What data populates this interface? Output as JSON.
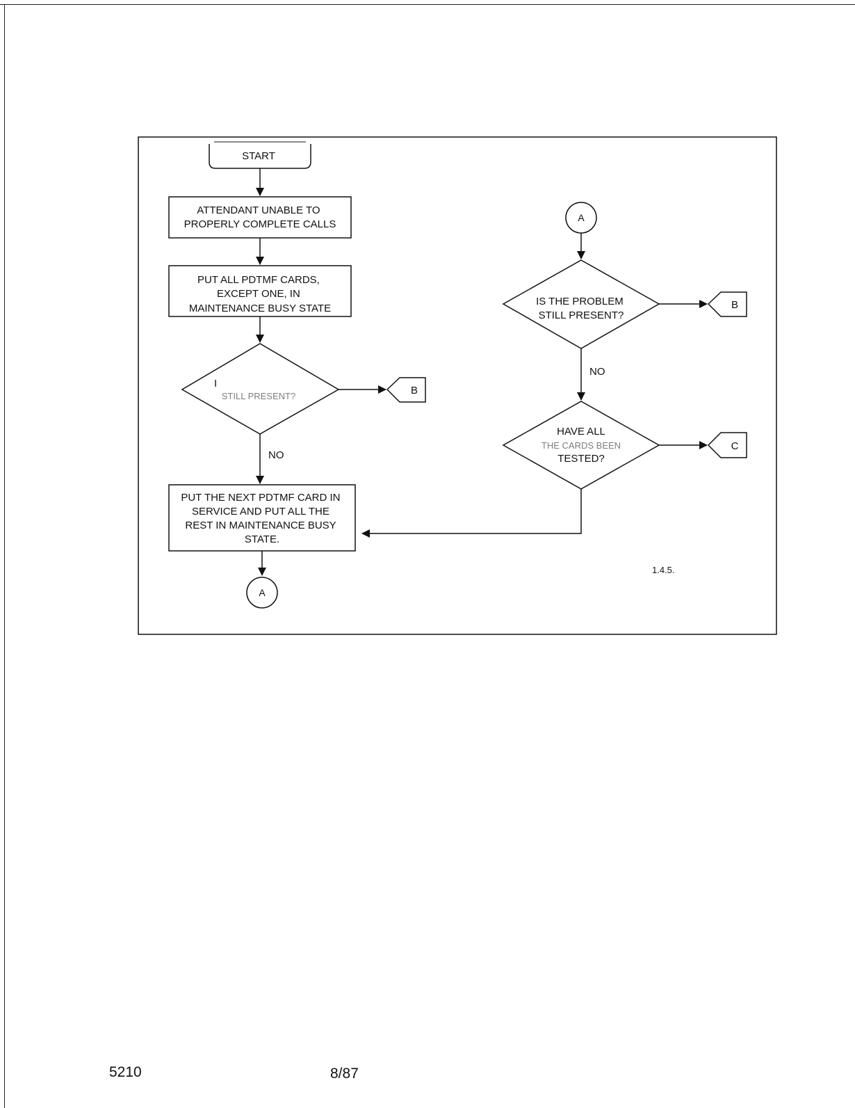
{
  "flowchart": {
    "start": "START",
    "step_attendant": [
      "ATTENDANT UNABLE TO",
      "PROPERLY COMPLETE CALLS"
    ],
    "step_put_cards": [
      "PUT ALL PDTMF CARDS,",
      "EXCEPT ONE, IN",
      "MAINTENANCE BUSY STATE"
    ],
    "decision_left": [
      "I",
      "STILL PRESENT?"
    ],
    "label_no_left": "NO",
    "step_next_card": [
      "PUT THE NEXT PDTMF CARD IN",
      "SERVICE AND PUT ALL THE",
      "REST IN MAINTENANCE BUSY",
      "STATE."
    ],
    "connector_a_bottom": "A",
    "connector_a_top": "A",
    "decision_right_top": [
      "IS THE PROBLEM",
      "STILL PRESENT?"
    ],
    "label_no_right": "NO",
    "decision_right_bottom": [
      "HAVE ALL",
      "THE CARDS BEEN",
      "TESTED?"
    ],
    "offpage_b_left": "B",
    "offpage_b_right": "B",
    "offpage_c": "C",
    "figure_number": "1.4.5."
  },
  "footer": {
    "doc_number": "5210",
    "date": "8/87"
  }
}
